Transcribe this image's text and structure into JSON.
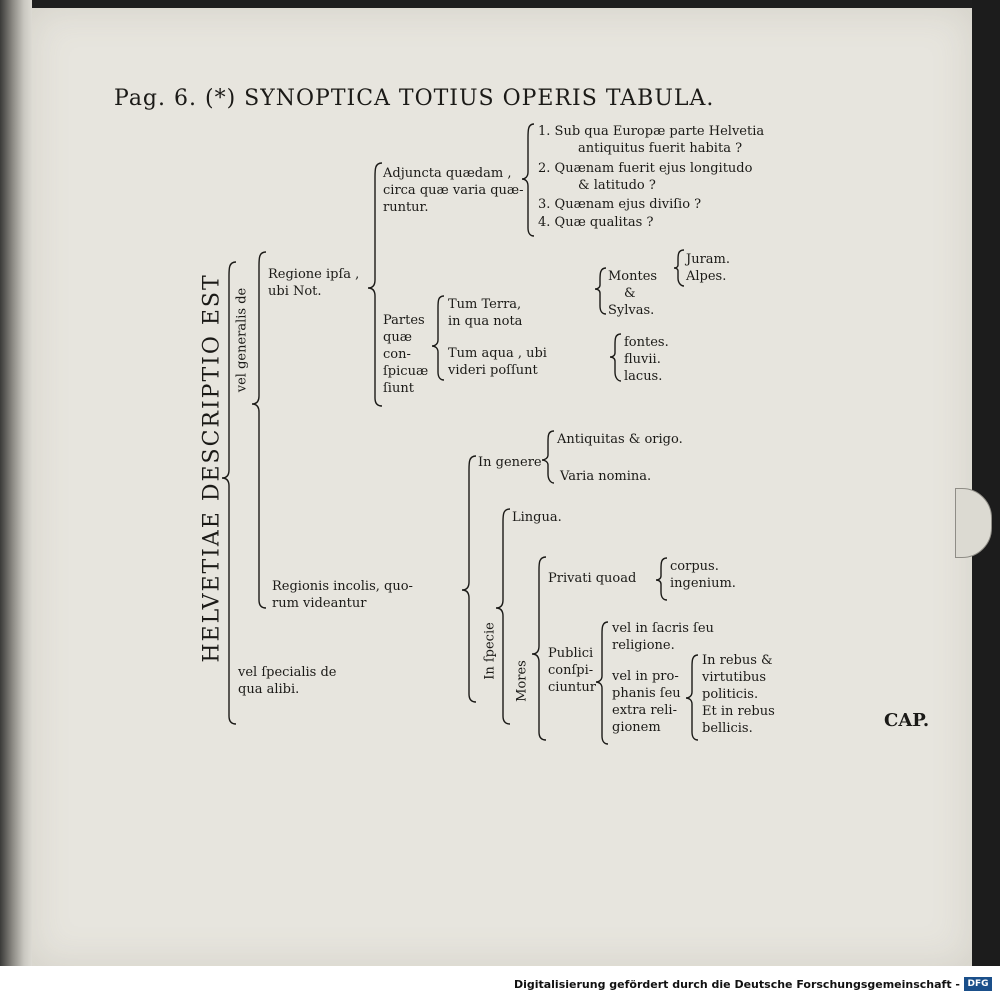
{
  "header": {
    "page_ref": "Pag. 6. (*)",
    "title": "SYNOPTICA TOTIUS OPERIS TABULA."
  },
  "main": {
    "root": "HELVETIAE DESCRIPTIO EST",
    "generalis": "vel generalis de",
    "specialis": [
      "vel ſpecialis de",
      "qua alibi."
    ],
    "regione": [
      "Regione ipſa ,",
      "ubi Not."
    ],
    "adjuncta": [
      "Adjuncta quædam ,",
      "circa quæ varia quæ-",
      "runtur."
    ],
    "questions": [
      [
        "1. Sub qua Europæ parte Helvetia",
        "antiquitus fuerit habita ?"
      ],
      [
        "2. Quænam fuerit ejus longitudo",
        "& latitudo ?"
      ],
      [
        "3. Quænam ejus diviſio ?"
      ],
      [
        "4. Quæ qualitas ?"
      ]
    ],
    "partes": [
      "Partes",
      "quæ",
      "con-",
      "ſpicuæ",
      "ſiunt"
    ],
    "tum_terra": [
      "Tum Terra,",
      "in qua nota"
    ],
    "tum_aqua": [
      "Tum aqua , ubi",
      "videri poſſunt"
    ],
    "montes": [
      "Montes",
      "&",
      "Sylvas."
    ],
    "juram": [
      "Juram.",
      "Alpes."
    ],
    "fontes": [
      "fontes.",
      "fluvii.",
      "lacus."
    ],
    "incolis": [
      "Regionis incolis, quo-",
      "rum videantur"
    ],
    "in_genere": "In genere",
    "antiquitas": "Antiquitas & origo.",
    "varia_nomina": "Varia nomina.",
    "in_specie": "In ſpecie",
    "lingua": "Lingua.",
    "mores": "Mores",
    "privati": "Privati quoad",
    "corpus": [
      "corpus.",
      "ingenium."
    ],
    "publici": [
      "Publici",
      "conſpi-",
      "ciuntur"
    ],
    "sacris": [
      "vel in ſacris ſeu",
      "religione."
    ],
    "prophanis": [
      "vel in pro-",
      "phanis ſeu",
      "extra reli-",
      "gionem"
    ],
    "rebus": [
      "In rebus &",
      "virtutibus",
      "politicis.",
      "Et in rebus",
      "bellicis."
    ]
  },
  "catchword": "CAP.",
  "footer": {
    "text": "Digitalisierung gefördert durch die Deutsche Forschungsgemeinschaft -",
    "logo": "DFG"
  }
}
